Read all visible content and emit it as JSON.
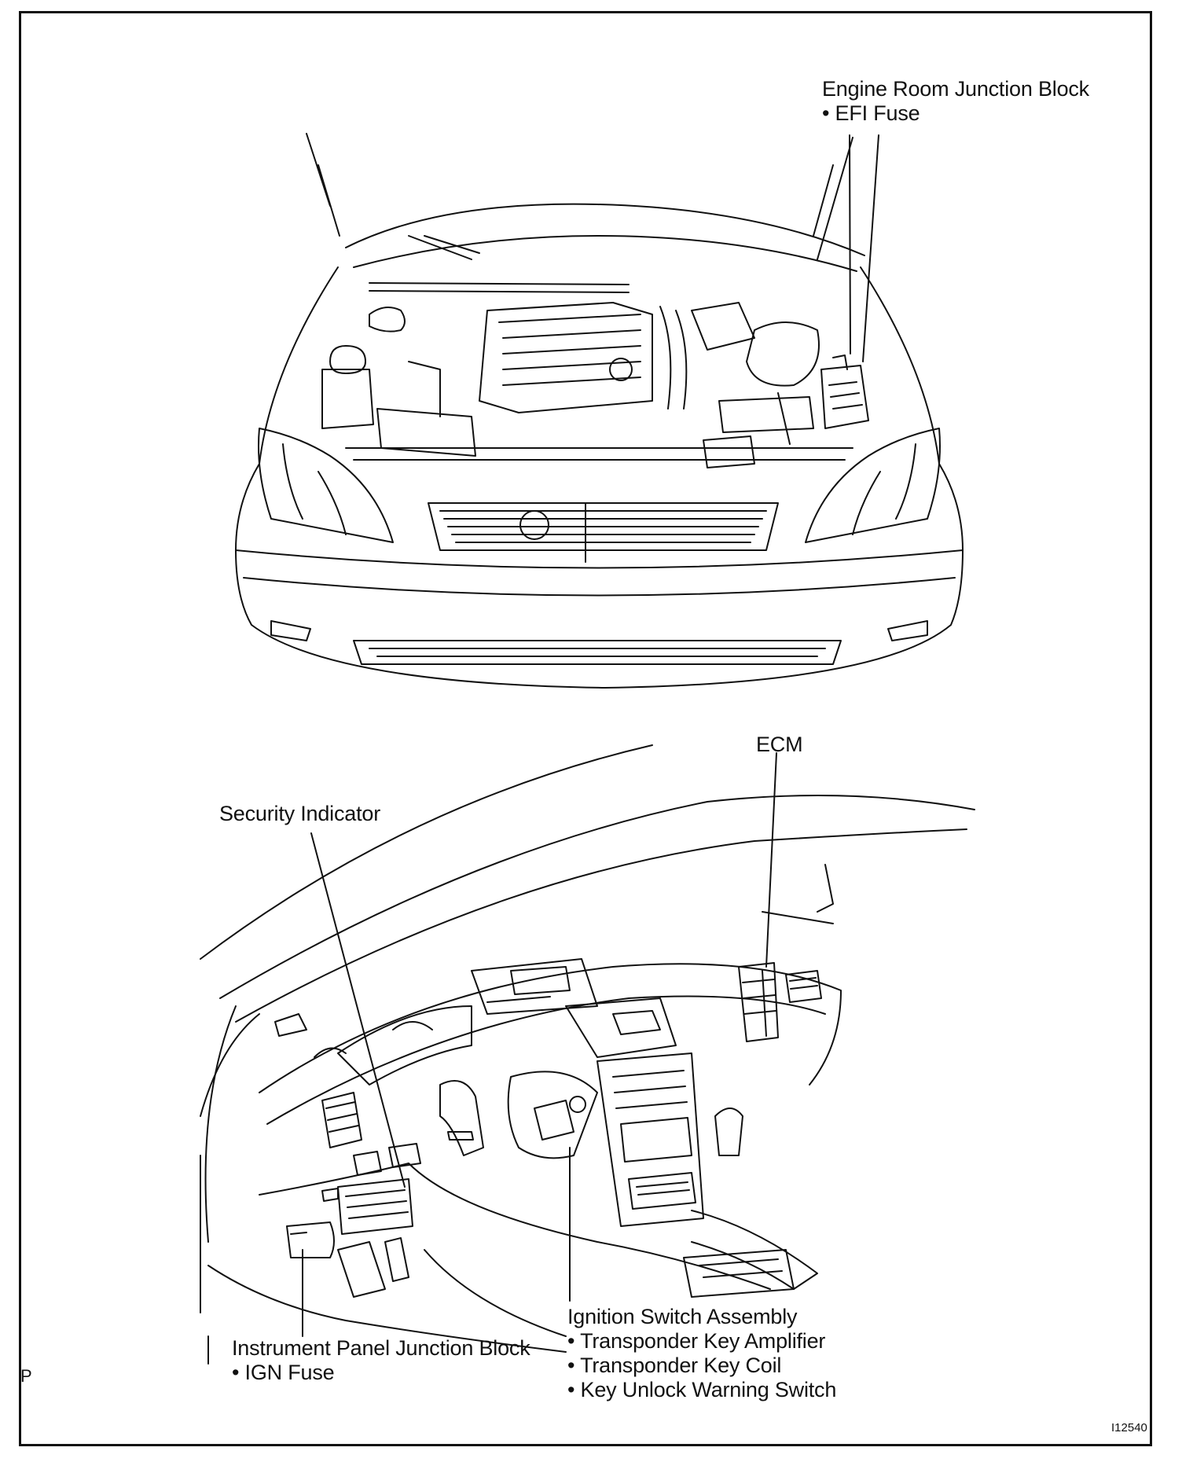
{
  "callouts": {
    "engine_room_junction_block": {
      "title": "Engine Room Junction Block",
      "items": [
        "• EFI Fuse"
      ]
    },
    "ecm": {
      "title": "ECM"
    },
    "security_indicator": {
      "title": "Security Indicator"
    },
    "instrument_panel_junction_block": {
      "title": "Instrument Panel Junction Block",
      "items": [
        "• IGN Fuse"
      ]
    },
    "ignition_switch_assembly": {
      "title": "Ignition Switch Assembly",
      "items": [
        "• Transponder Key Amplifier",
        "• Transponder Key Coil",
        "• Key Unlock Warning Switch"
      ]
    }
  },
  "figure_code": "I12540",
  "page_mark": "P",
  "colors": {
    "ink": "#111111",
    "paper": "#ffffff"
  }
}
